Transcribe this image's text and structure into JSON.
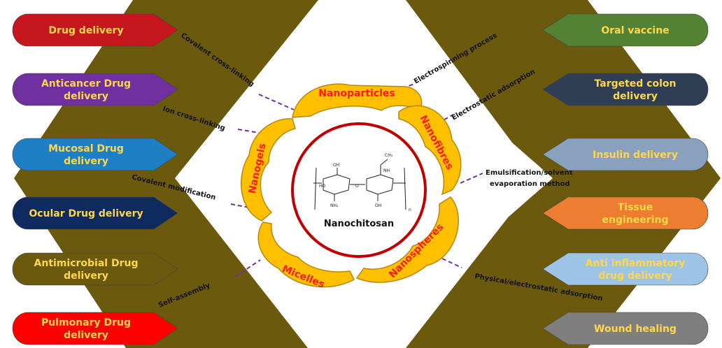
{
  "center": {
    "label": "Nanochitosan"
  },
  "formulations": {
    "nanoparticles": "Nanoparticles",
    "nanofibres": "Nanofibres",
    "nanospheres": "Nanospheres",
    "micelles": "Micelles",
    "nanogels": "Nanogels"
  },
  "processes": {
    "covalent_cross_linking": "Covalent cross-linking",
    "ion_cross_linking": "Ion cross-linking",
    "covalent_modification": "Covalent modification",
    "self_assembly": "Self-assembly",
    "electrospinning": "Electrospinning process",
    "electrostatic_adsorption": "Electrostatic adsorption",
    "emulsification_line1": "Emulsification/solvent",
    "emulsification_line2": "evaporation method",
    "physical_electrostatic": "Physical/electrostatic adsorption"
  },
  "left_applications": [
    {
      "lines": [
        "Drug delivery"
      ],
      "color": "#c4161c",
      "text_color": "#ffd84a"
    },
    {
      "lines": [
        "Anticancer Drug",
        "delivery"
      ],
      "color": "#7030a0",
      "text_color": "#ffd84a"
    },
    {
      "lines": [
        "Mucosal Drug",
        "delivery"
      ],
      "color": "#1f7fc4",
      "text_color": "#ffd84a"
    },
    {
      "lines": [
        "Ocular Drug delivery"
      ],
      "color": "#0f2a5e",
      "text_color": "#ffd84a"
    },
    {
      "lines": [
        "Antimicrobial Drug",
        "delivery"
      ],
      "color": "#6b5a0e",
      "text_color": "#ffd84a"
    },
    {
      "lines": [
        "Pulmonary Drug",
        "delivery"
      ],
      "color": "#ff0000",
      "text_color": "#ffd84a"
    }
  ],
  "right_applications": [
    {
      "lines": [
        "Oral vaccine"
      ],
      "color": "#548235",
      "text_color": "#ffd84a"
    },
    {
      "lines": [
        "Targeted colon",
        "delivery"
      ],
      "color": "#2f3e55",
      "text_color": "#ffd84a"
    },
    {
      "lines": [
        "Insulin delivery"
      ],
      "color": "#8aa1bd",
      "text_color": "#ffd84a"
    },
    {
      "lines": [
        "Tissue",
        "engineering"
      ],
      "color": "#ed7d31",
      "text_color": "#ffd84a"
    },
    {
      "lines": [
        "Anti inflammatory",
        "drug delivery"
      ],
      "color": "#9dc3e6",
      "text_color": "#ffd84a"
    },
    {
      "lines": [
        "Wound healing"
      ],
      "color": "#7f7f7f",
      "text_color": "#ffd84a"
    }
  ],
  "colors": {
    "band": "#6b5a0e",
    "flower": "#ffc000",
    "flower_stroke": "#b8860b",
    "ring": "#c00000",
    "connector": "#7030a0"
  }
}
